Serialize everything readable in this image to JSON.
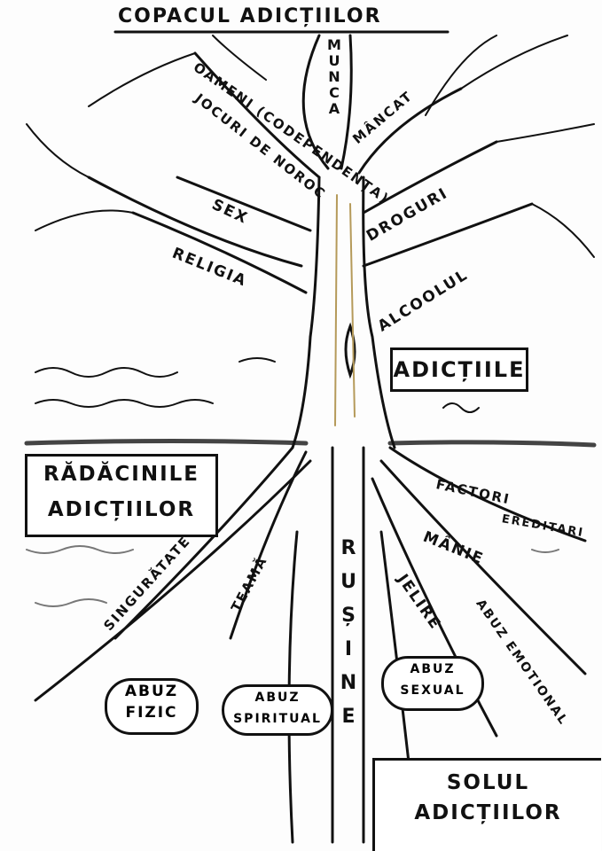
{
  "title": "COPACUL ADICȚIILOR",
  "branches": {
    "munca": "MUNCA",
    "oameni": "OAMENI (CODEPENDENȚA)",
    "jocuri": "JOCURI DE NOROC",
    "mancat": "MÂNCAT",
    "sex": "SEX",
    "droguri": "DROGURI",
    "religia": "RELIGIA",
    "alcoolul": "ALCOOLUL"
  },
  "addictions_box": "ADICȚIILE",
  "roots_box": {
    "line1": "RĂDĂCINILE",
    "line2": "ADICȚIILOR"
  },
  "roots": {
    "factori": "FACTORI",
    "ereditari": "EREDITARI",
    "manie": "MÂNIE",
    "jelire": "JELIRE",
    "abuz_emotional": "ABUZ EMOTIONAL",
    "singuratate": "SINGURĂTATE",
    "teama": "TEAMĂ",
    "rusine": "RUȘINE"
  },
  "ovals": {
    "fizic": {
      "line1": "ABUZ",
      "line2": "FIZIC"
    },
    "spiritual": {
      "line1": "ABUZ",
      "line2": "SPIRITUAL"
    },
    "sexual": {
      "line1": "ABUZ",
      "line2": "SEXUAL"
    }
  },
  "soil_box": {
    "line1": "SOLUL",
    "line2": "ADICȚIILOR"
  }
}
